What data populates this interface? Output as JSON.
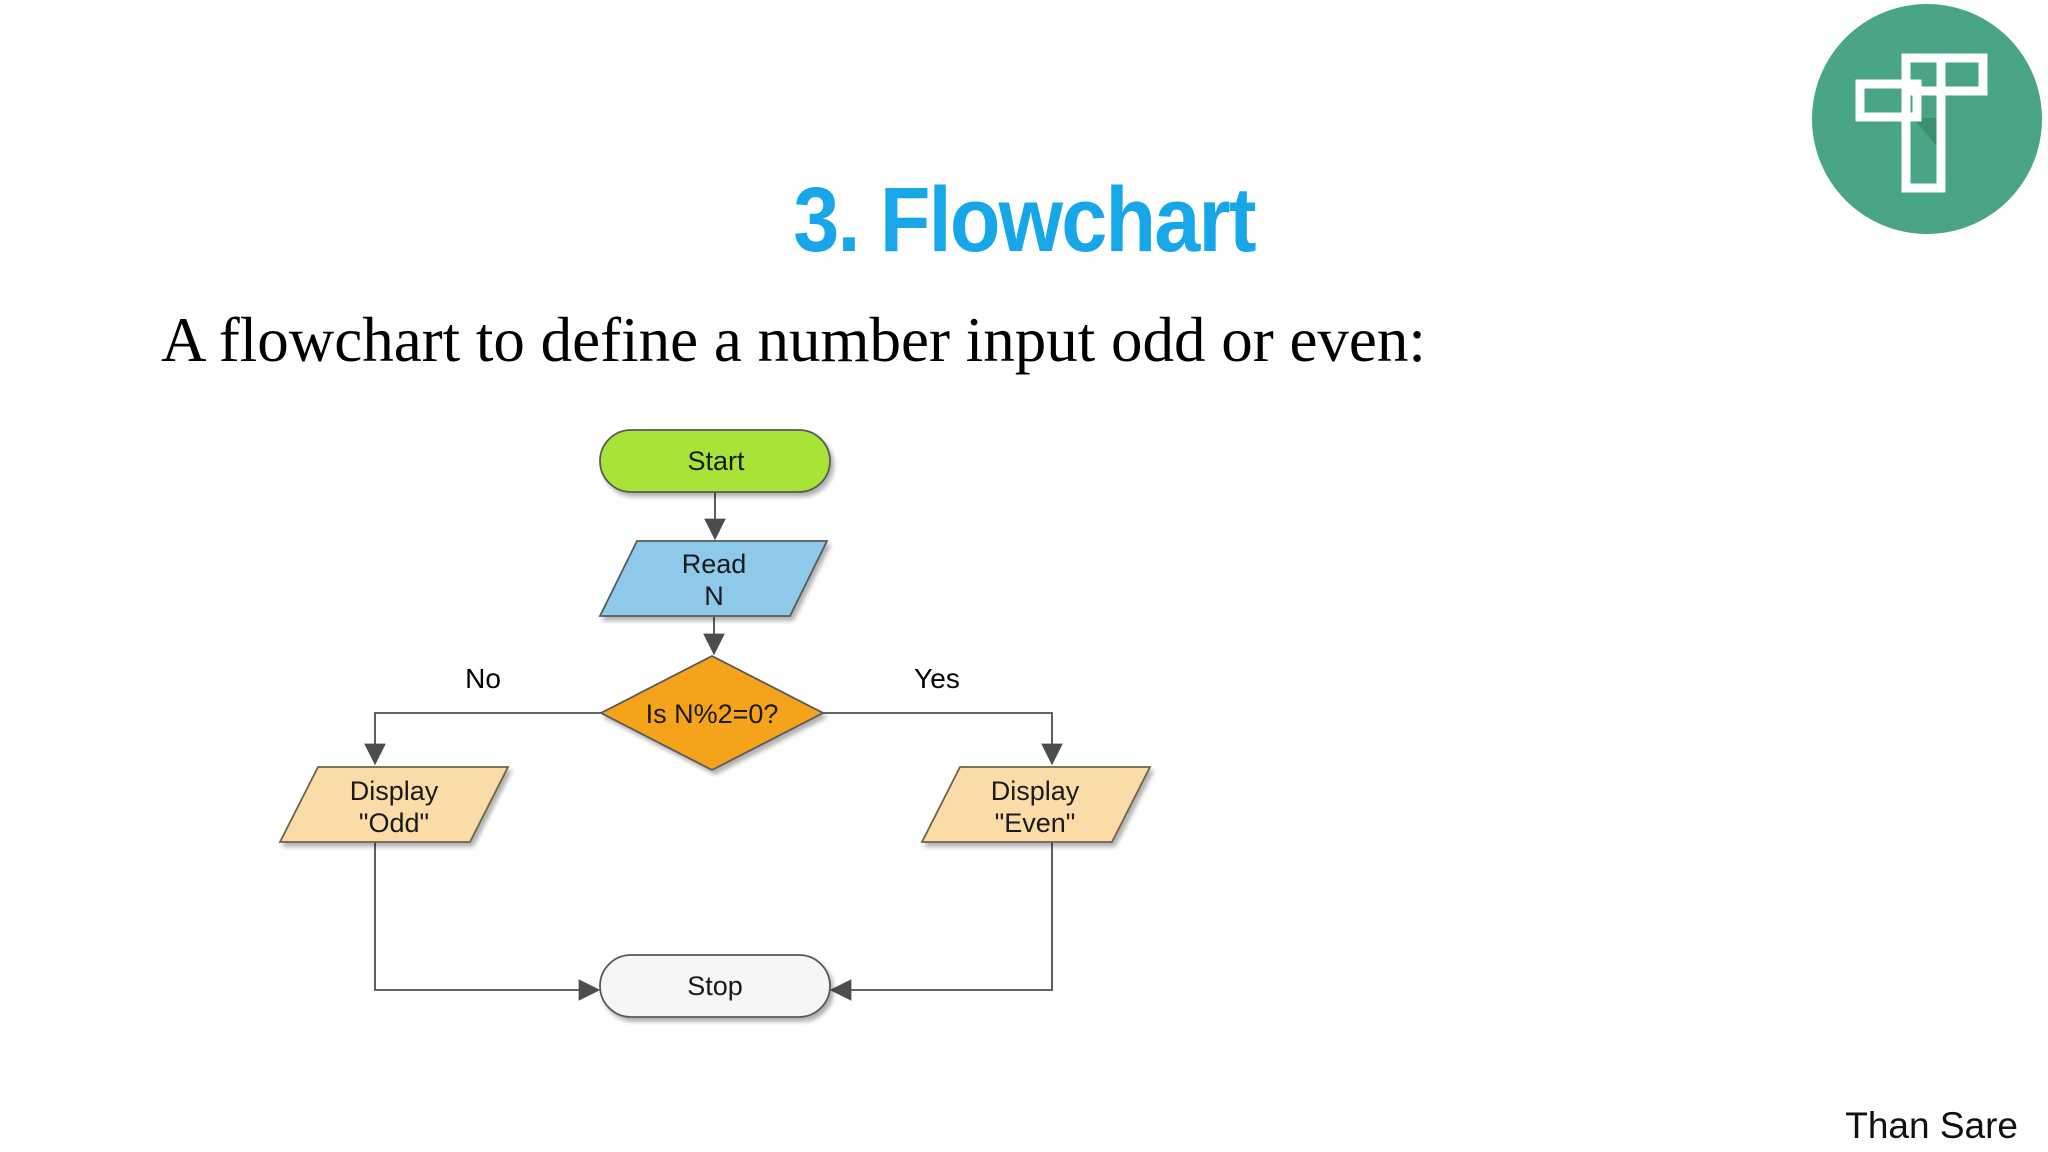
{
  "slide": {
    "title": "3. Flowchart",
    "subtitle": "A flowchart to define a number input odd or even:",
    "footer": "Than Sare"
  },
  "colors": {
    "background": "#FFFFFF",
    "title_blue": "#17A7E9",
    "line": "#4D4D4D",
    "node_text": "#1A1A1A",
    "branch_label_text": "#000000",
    "logo_green": "#49A583",
    "logo_glyph": "#FFFFFF",
    "logo_fold_shadow": "#3B8E6E"
  },
  "logo": {
    "name": "green-circle-t-logo",
    "letter": "T"
  },
  "flowchart": {
    "nodes": [
      {
        "id": "start",
        "type": "terminator",
        "label": "Start",
        "fill": "#A8E334",
        "border": "#595959"
      },
      {
        "id": "read-n",
        "type": "input-output",
        "line1": "Read",
        "line2": "N",
        "fill": "#8FC9E9",
        "border": "#595959"
      },
      {
        "id": "decision",
        "type": "decision",
        "label": "Is N%2=0?",
        "fill": "#F6A31D",
        "border": "#595959"
      },
      {
        "id": "display-odd",
        "type": "input-output",
        "line1": "Display",
        "line2": "\"Odd\"",
        "fill": "#FBDCA8",
        "border": "#6E6248"
      },
      {
        "id": "display-even",
        "type": "input-output",
        "line1": "Display",
        "line2": "\"Even\"",
        "fill": "#FBDCA8",
        "border": "#6E6248"
      },
      {
        "id": "stop",
        "type": "terminator",
        "label": "Stop",
        "fill": "#F6F6F6",
        "border": "#595959"
      }
    ],
    "branch_labels": {
      "no": "No",
      "yes": "Yes"
    },
    "edges": [
      {
        "from": "start",
        "to": "read-n"
      },
      {
        "from": "read-n",
        "to": "decision"
      },
      {
        "from": "decision",
        "to": "display-odd",
        "label": "No"
      },
      {
        "from": "decision",
        "to": "display-even",
        "label": "Yes"
      },
      {
        "from": "display-odd",
        "to": "stop"
      },
      {
        "from": "display-even",
        "to": "stop"
      }
    ]
  }
}
